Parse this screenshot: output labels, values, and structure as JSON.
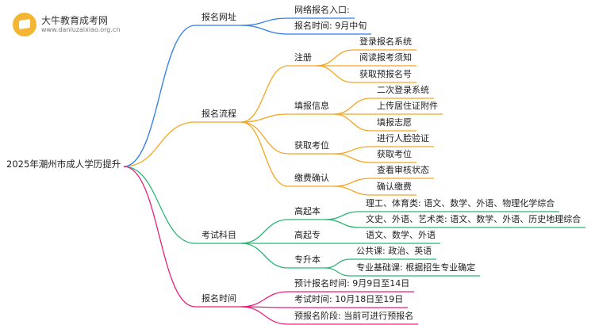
{
  "logo": {
    "icon": "book-icon",
    "title": "大牛教育成考网",
    "url": "www.daniuzaixiao.org.cn"
  },
  "colors": {
    "blue": "#2f7be9",
    "orange": "#f5a623",
    "green": "#2bb673",
    "pink": "#e91e7a"
  },
  "root": "2025年潮州市成人学历提升",
  "branches": [
    {
      "label": "报名网址",
      "color": "#2f7be9",
      "leaves": [
        "网络报名入口:",
        "报名时间: 9月中旬"
      ]
    },
    {
      "label": "报名流程",
      "color": "#f5a623",
      "subs": [
        {
          "label": "注册",
          "leaves": [
            "登录报名系统",
            "阅读报考须知",
            "获取预报名号"
          ]
        },
        {
          "label": "填报信息",
          "leaves": [
            "二次登录系统",
            "上传居住证附件",
            "填报志愿"
          ]
        },
        {
          "label": "获取考位",
          "leaves": [
            "进行人脸验证",
            "获取考位"
          ]
        },
        {
          "label": "缴费确认",
          "leaves": [
            "查看审核状态",
            "确认缴费"
          ]
        }
      ]
    },
    {
      "label": "考试科目",
      "color": "#2bb673",
      "subs": [
        {
          "label": "高起本",
          "leaves": [
            "理工、体育类: 语文、数学、外语、物理化学综合",
            "文史、外语、艺术类: 语文、数学、外语、历史地理综合"
          ]
        },
        {
          "label": "高起专",
          "leaves": [
            "语文、数学、外语"
          ]
        },
        {
          "label": "专升本",
          "leaves": [
            "公共课: 政治、英语",
            "专业基础课: 根据招生专业确定"
          ]
        }
      ]
    },
    {
      "label": "报名时间",
      "color": "#e91e7a",
      "leaves": [
        "预计报名时间: 9月9日至14日",
        "考试时间: 10月18日至19日",
        "预报名阶段: 当前可进行预报名"
      ]
    }
  ]
}
